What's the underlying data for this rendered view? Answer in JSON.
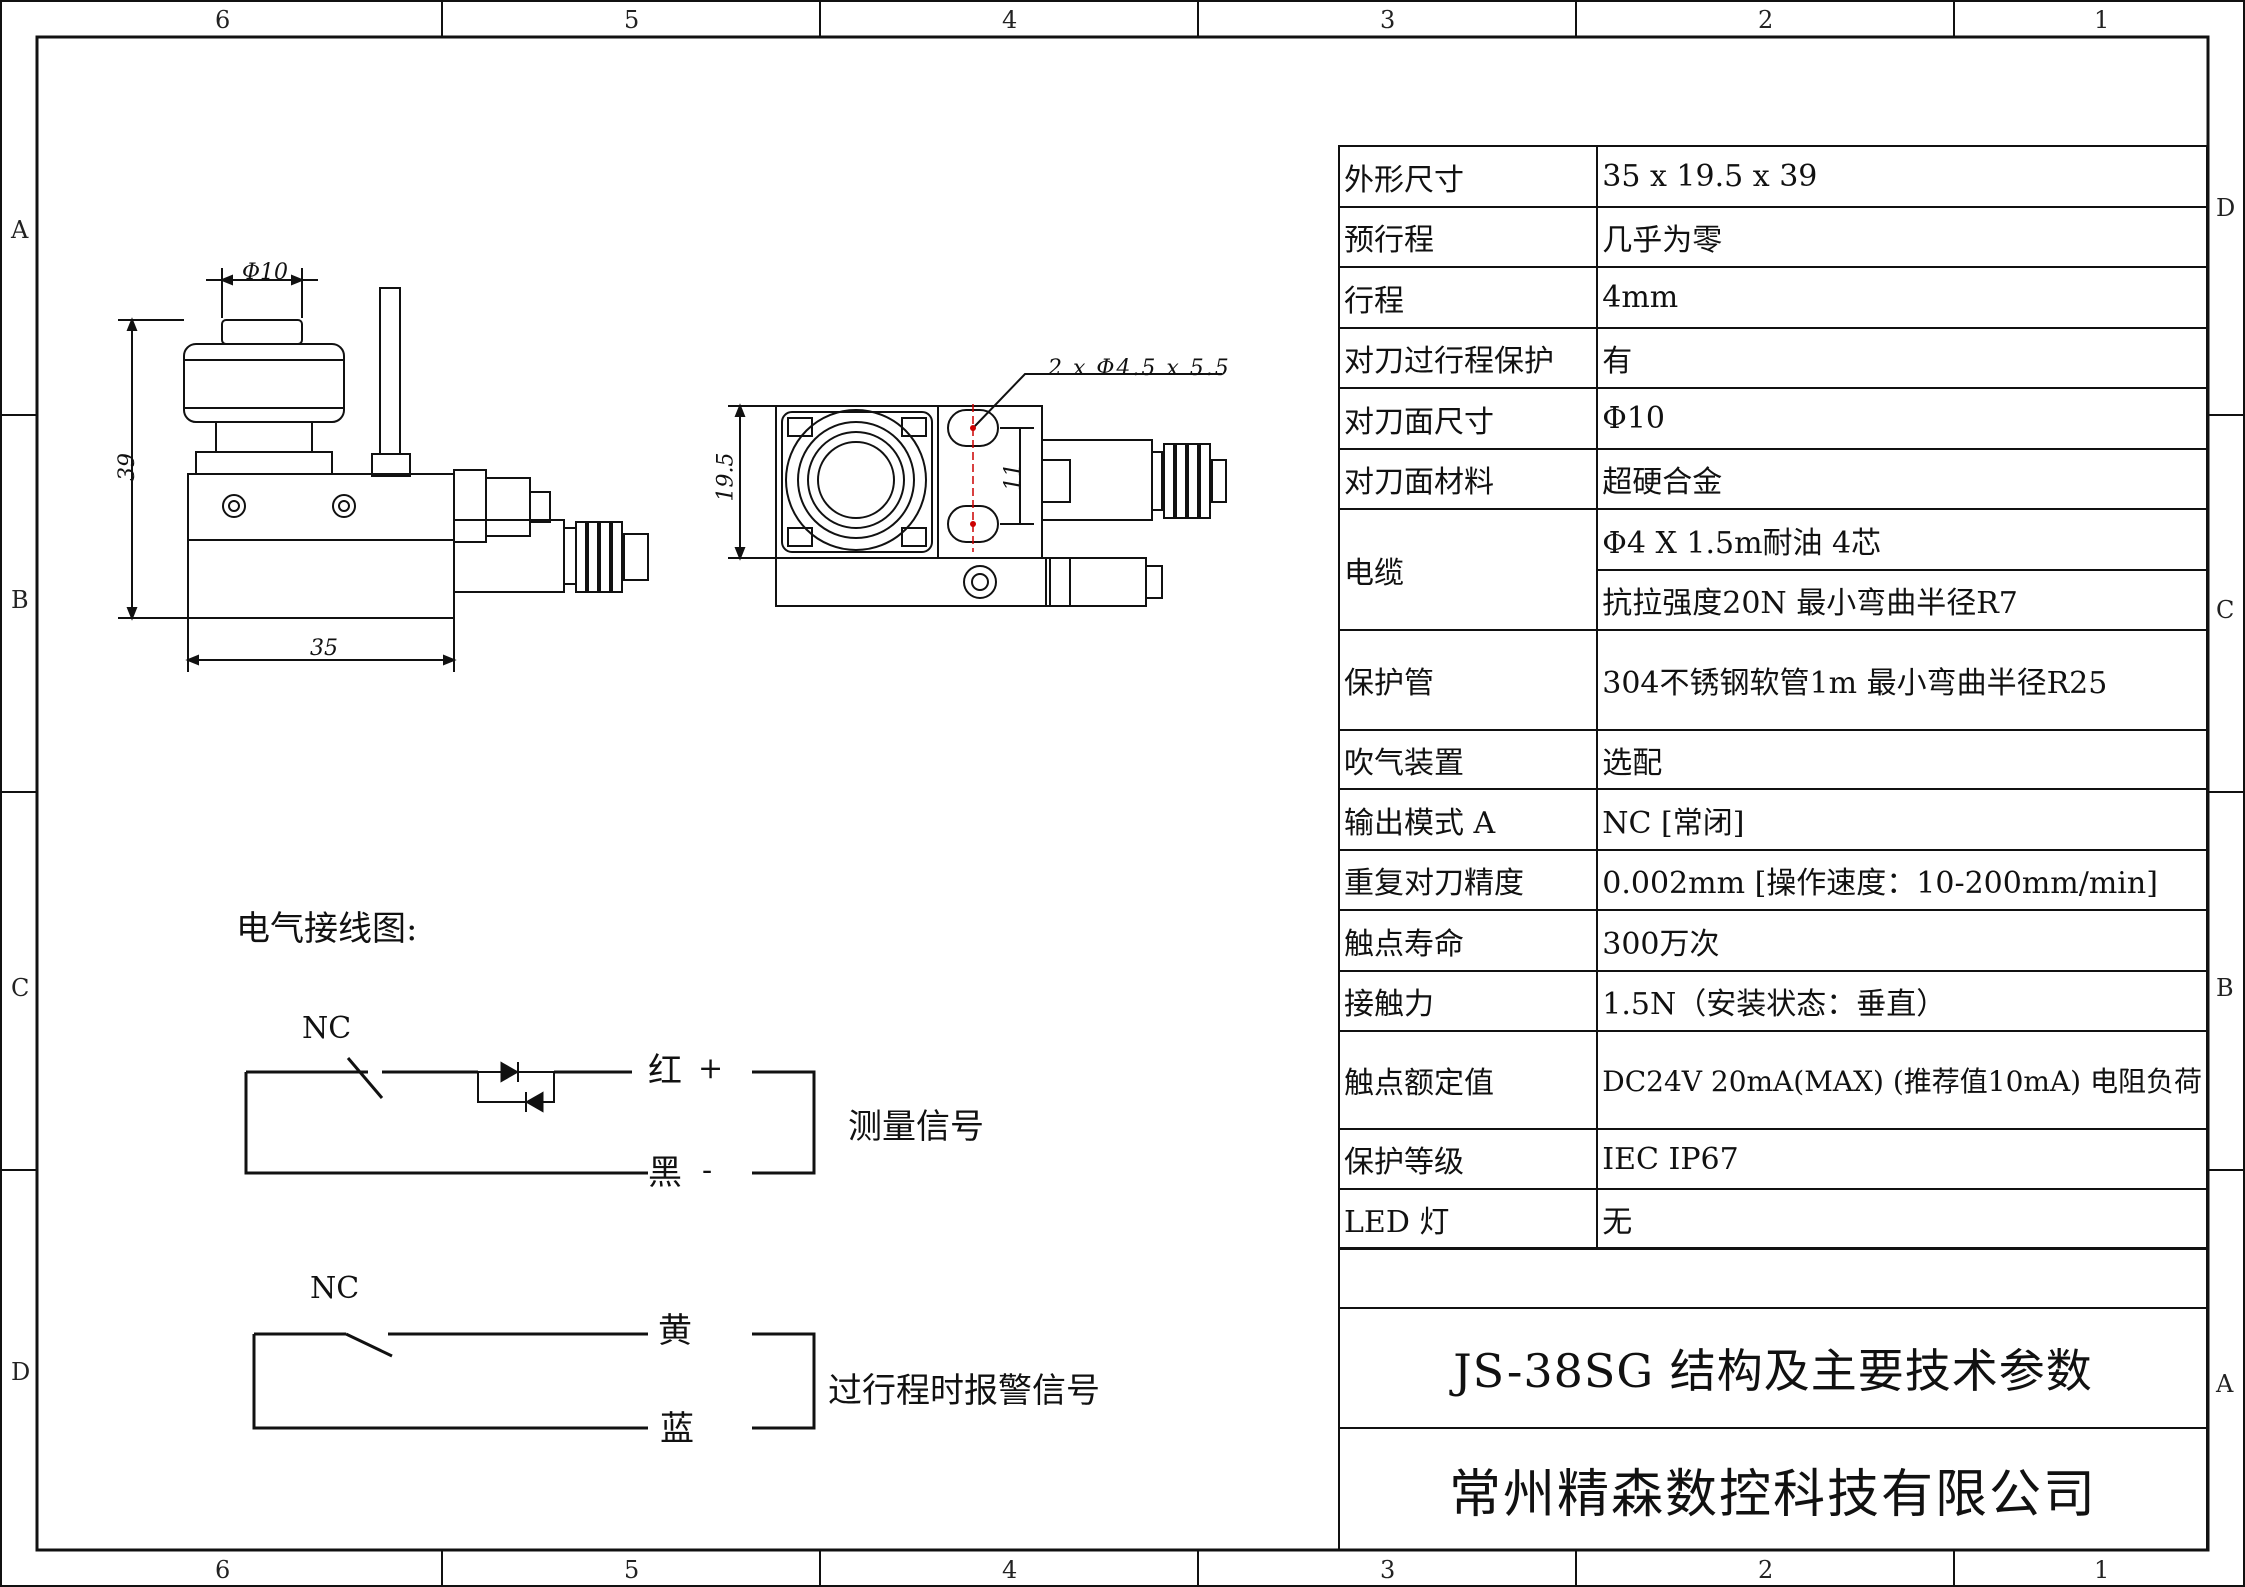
{
  "border": {
    "top_zones": [
      "6",
      "5",
      "4",
      "3",
      "2",
      "1"
    ],
    "bottom_zones": [
      "6",
      "5",
      "4",
      "3",
      "2",
      "1"
    ],
    "left_zones": [
      "A",
      "B",
      "C",
      "D"
    ],
    "right_zones": [
      "D",
      "C",
      "B",
      "A"
    ]
  },
  "dimensions": {
    "diameter_top": "Φ10",
    "height": "39",
    "width": "35",
    "holes": "2 x Φ4.5 x 5.5",
    "depth": "19.5",
    "hole_spacing": "11"
  },
  "wiring": {
    "title": "电气接线图:",
    "circuit1": {
      "contact": "NC",
      "wire_pos": "红",
      "plus": "+",
      "wire_neg": "黑",
      "minus": "-",
      "signal": "测量信号"
    },
    "circuit2": {
      "contact": "NC",
      "wire_a": "黄",
      "wire_b": "蓝",
      "signal": "过行程时报警信号"
    }
  },
  "specs": [
    {
      "label": "外形尺寸",
      "value": " 35 x 19.5 x 39"
    },
    {
      "label": "预行程",
      "value": "几乎为零"
    },
    {
      "label": "行程",
      "value": "4mm"
    },
    {
      "label": "对刀过行程保护",
      "value": "有"
    },
    {
      "label": "对刀面尺寸",
      "value": "Φ10"
    },
    {
      "label": "对刀面材料",
      "value": "超硬合金"
    },
    {
      "label": "电缆",
      "value": "Φ4 X 1.5m耐油 4芯",
      "value2": "抗拉强度20N 最小弯曲半径R7"
    },
    {
      "label": "保护管",
      "value": "304不锈钢软管1m 最小弯曲半径R25"
    },
    {
      "label": "吹气装置",
      "value": " 选配"
    },
    {
      "label": "输出模式 A",
      "value": "NC [常闭]"
    },
    {
      "label": "重复对刀精度",
      "value": "0.002mm [操作速度：10-200mm/min]"
    },
    {
      "label": "触点寿命",
      "value": "300万次"
    },
    {
      "label": "接触力",
      "value": "1.5N（安装状态：垂直）"
    },
    {
      "label": "触点额定值",
      "value": "DC24V 20mA(MAX) (推荐值10mA) 电阻负荷"
    },
    {
      "label": "保护等级",
      "value": "IEC IP67"
    },
    {
      "label": "LED 灯",
      "value": "无"
    }
  ],
  "title_block": {
    "title": "JS-38SG 结构及主要技术参数",
    "company": "常州精森数控科技有限公司"
  }
}
